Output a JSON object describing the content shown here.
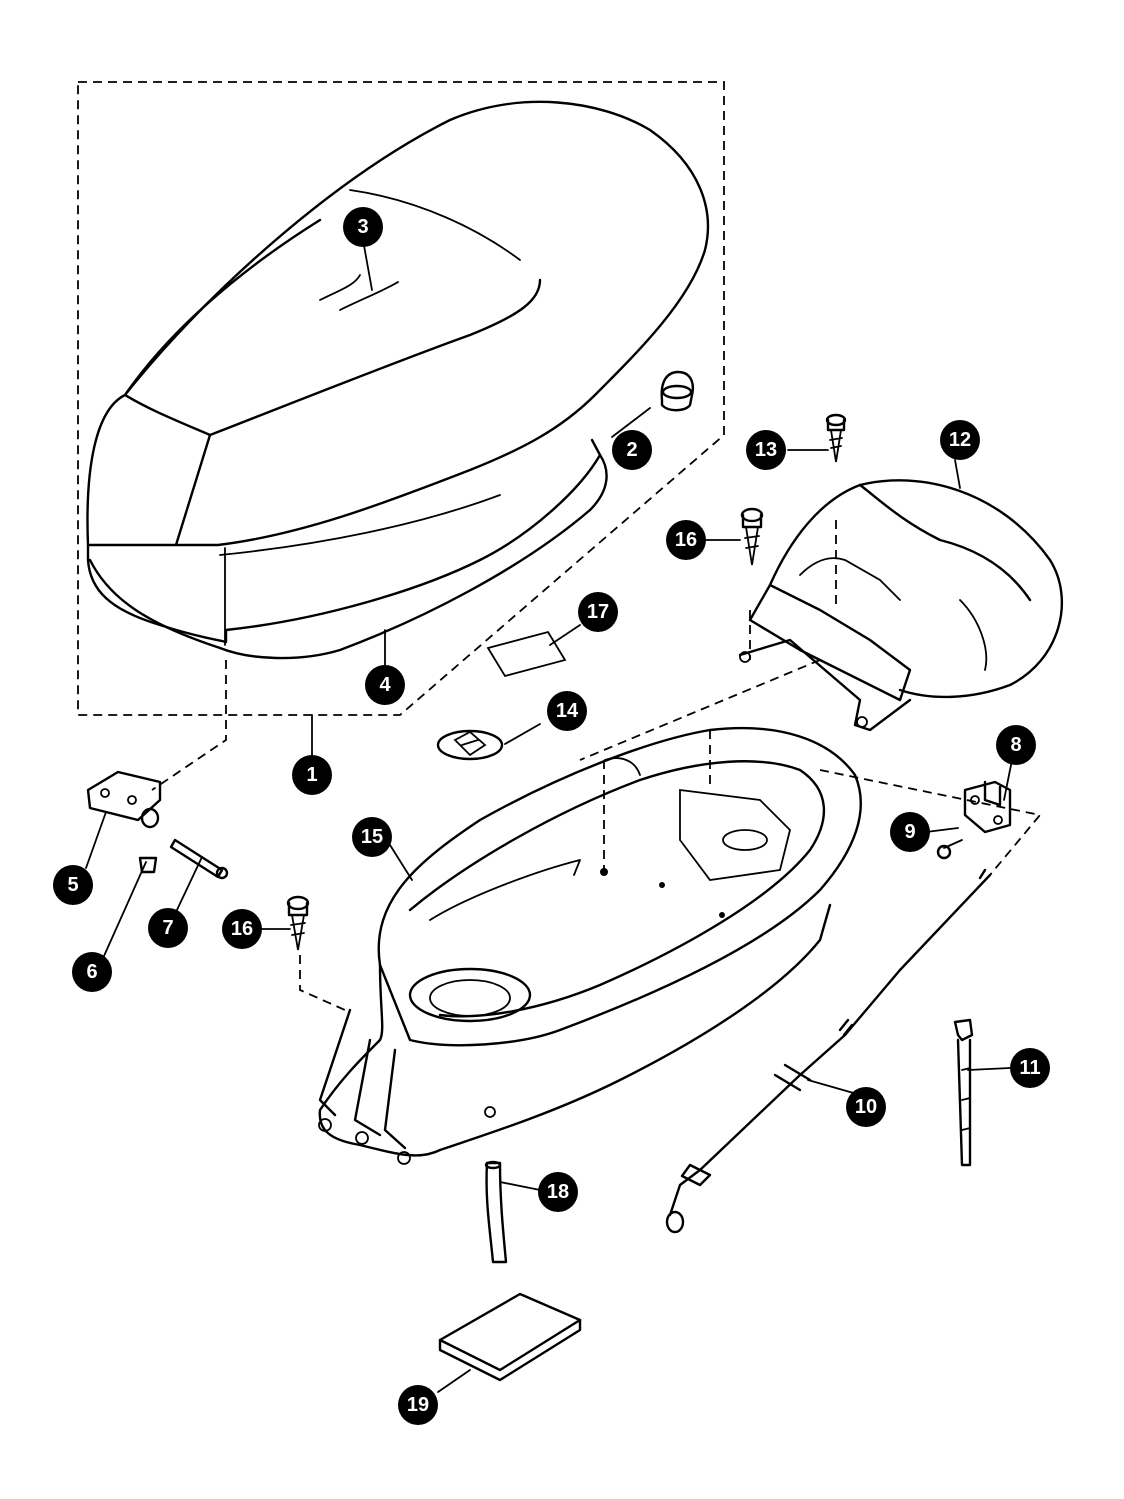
{
  "callouts": [
    {
      "label": "1"
    },
    {
      "label": "2"
    },
    {
      "label": "3"
    },
    {
      "label": "4"
    },
    {
      "label": "5"
    },
    {
      "label": "6"
    },
    {
      "label": "7"
    },
    {
      "label": "8"
    },
    {
      "label": "9"
    },
    {
      "label": "10"
    },
    {
      "label": "11"
    },
    {
      "label": "12"
    },
    {
      "label": "13"
    },
    {
      "label": "14"
    },
    {
      "label": "15"
    },
    {
      "label": "16"
    },
    {
      "label": "16"
    },
    {
      "label": "17"
    },
    {
      "label": "18"
    },
    {
      "label": "19"
    }
  ]
}
